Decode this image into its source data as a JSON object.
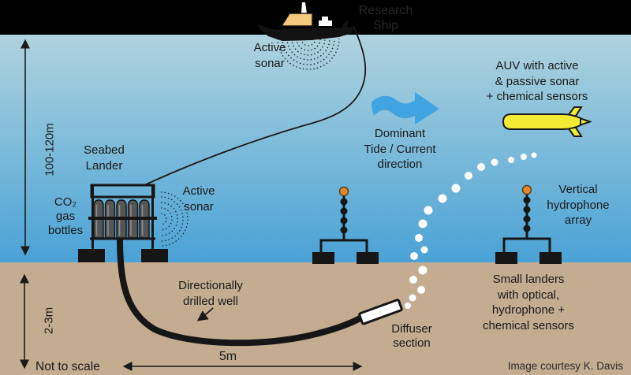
{
  "labels": {
    "research_ship": "Research\nShip",
    "ship_sonar": "Active\nsonar",
    "tide": "Dominant\nTide / Current\ndirection",
    "auv": "AUV with active\n& passive sonar\n+ chemical sensors",
    "seabed_lander": "Seabed\nLander",
    "co2_bottles": "CO₂\ngas\nbottles",
    "lander_sonar": "Active\nsonar",
    "hydrophone_array": "Vertical\nhydrophone\narray",
    "drilled_well": "Directionally\ndrilled well",
    "diffuser": "Diffuser\nsection",
    "small_landers": "Small landers\nwith optical,\nhydrophone +\nchemical sensors"
  },
  "scales": {
    "water_depth": "100-120m",
    "seabed_depth": "2-3m",
    "well_length": "5m"
  },
  "footer": {
    "not_to_scale": "Not to scale",
    "credit": "Image courtesy K. Davis"
  },
  "colors": {
    "sky": "#000000",
    "water_top": "#b0d3de",
    "water_bottom": "#4aa2d6",
    "seabed": "#c3ac90",
    "current_arrow": "#3fa4e0",
    "auv_body": "#f2ea35",
    "float_buoy": "#e2862f",
    "ship_cabin": "#f4c87d",
    "diffuser_pipe": "#ffffff",
    "bubble": "#ffffff"
  }
}
